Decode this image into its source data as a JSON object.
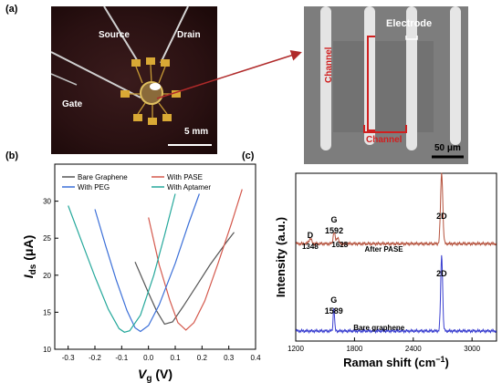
{
  "panels": {
    "a": "(a)",
    "b": "(b)",
    "c": "(c)"
  },
  "photo": {
    "source_label": "Source",
    "drain_label": "Drain",
    "gate_label": "Gate",
    "scale_label": "5 mm"
  },
  "sem": {
    "electrode_label": "Electrode",
    "channel_label_vertical": "Channel",
    "channel_label_horizontal": "Channel",
    "scale_label": "50 μm"
  },
  "chart_data": [
    {
      "id": "transfer",
      "type": "line",
      "xlabel": "V",
      "xlabel_sub": "g",
      "xlabel_unit": " (V)",
      "ylabel": "I",
      "ylabel_sub": "ds",
      "ylabel_unit": " (μA)",
      "xlim": [
        -0.35,
        0.4
      ],
      "ylim": [
        10,
        35
      ],
      "x_ticks": [
        "-0.3",
        "-0.2",
        "-0.1",
        "0.0",
        "0.1",
        "0.2",
        "0.3",
        "0.4"
      ],
      "x_tick_values": [
        -0.3,
        -0.2,
        -0.1,
        0.0,
        0.1,
        0.2,
        0.3,
        0.4
      ],
      "y_ticks": [
        "10",
        "15",
        "20",
        "25",
        "30"
      ],
      "y_tick_values": [
        10,
        15,
        20,
        25,
        30
      ],
      "series": [
        {
          "name": "Bare Graphene",
          "color": "#555555",
          "points": [
            [
              -0.05,
              21.8
            ],
            [
              0.0,
              17.6
            ],
            [
              0.03,
              15.2
            ],
            [
              0.06,
              13.4
            ],
            [
              0.09,
              13.7
            ],
            [
              0.13,
              15.8
            ],
            [
              0.18,
              18.6
            ],
            [
              0.23,
              21.4
            ],
            [
              0.29,
              24.4
            ],
            [
              0.32,
              25.8
            ]
          ]
        },
        {
          "name": "With PASE",
          "color": "#d4584c",
          "points": [
            [
              0.0,
              27.8
            ],
            [
              0.04,
              21.4
            ],
            [
              0.08,
              16.6
            ],
            [
              0.11,
              13.6
            ],
            [
              0.14,
              12.6
            ],
            [
              0.17,
              13.6
            ],
            [
              0.21,
              16.5
            ],
            [
              0.26,
              21.6
            ],
            [
              0.31,
              27.0
            ],
            [
              0.35,
              31.6
            ]
          ]
        },
        {
          "name": "With PEG",
          "color": "#3b6fd8",
          "points": [
            [
              -0.2,
              28.9
            ],
            [
              -0.16,
              24.0
            ],
            [
              -0.12,
              19.3
            ],
            [
              -0.08,
              15.2
            ],
            [
              -0.05,
              12.9
            ],
            [
              -0.03,
              12.4
            ],
            [
              0.0,
              13.2
            ],
            [
              0.04,
              16.0
            ],
            [
              0.1,
              21.6
            ],
            [
              0.15,
              27.0
            ],
            [
              0.19,
              31.0
            ]
          ]
        },
        {
          "name": "With Aptamer",
          "color": "#25a89b",
          "points": [
            [
              -0.3,
              29.4
            ],
            [
              -0.25,
              24.6
            ],
            [
              -0.2,
              19.8
            ],
            [
              -0.15,
              15.4
            ],
            [
              -0.11,
              12.8
            ],
            [
              -0.09,
              12.3
            ],
            [
              -0.07,
              12.5
            ],
            [
              -0.03,
              14.6
            ],
            [
              0.02,
              20.0
            ],
            [
              0.06,
              25.4
            ],
            [
              0.1,
              31.0
            ]
          ]
        }
      ]
    },
    {
      "id": "raman",
      "type": "line",
      "xlabel": "Raman shift (cm",
      "xlabel_sup": "−1",
      "xlabel_end": ")",
      "ylabel": "Intensity (a.u.)",
      "xlim": [
        1200,
        3250
      ],
      "x_ticks": [
        "1200",
        "1800",
        "2400",
        "3000"
      ],
      "x_tick_values": [
        1200,
        1800,
        2400,
        3000
      ],
      "series": [
        {
          "name": "After PASE",
          "color": "#b5523d",
          "offset": 0.58,
          "peaks": [
            [
              1348,
              0.03,
              20
            ],
            [
              1592,
              0.07,
              14
            ],
            [
              1628,
              0.04,
              14
            ],
            [
              2690,
              0.42,
              16
            ]
          ],
          "labels": [
            "D",
            "1348",
            "G",
            "1592",
            "1628",
            "2D",
            "After PASE"
          ]
        },
        {
          "name": "Bare graphene",
          "color": "#3a3fd0",
          "offset": 0.06,
          "peaks": [
            [
              1589,
              0.14,
              10
            ],
            [
              2690,
              0.45,
              14
            ]
          ],
          "labels": [
            "G",
            "1589",
            "2D",
            "Bare graphene"
          ]
        }
      ]
    }
  ],
  "legend": {
    "bare": "Bare Graphene",
    "pase": "With PASE",
    "peg": "With PEG",
    "aptamer": "With Aptamer"
  },
  "raman_labels": {
    "d": "D",
    "d_val": "1348",
    "g_top": "G",
    "g_top_val": "1592",
    "g2_top_val": "1628",
    "twod_top": "2D",
    "after_pase": "After PASE",
    "g_bot": "G",
    "g_bot_val": "1589",
    "twod_bot": "2D",
    "bare": "Bare graphene"
  }
}
